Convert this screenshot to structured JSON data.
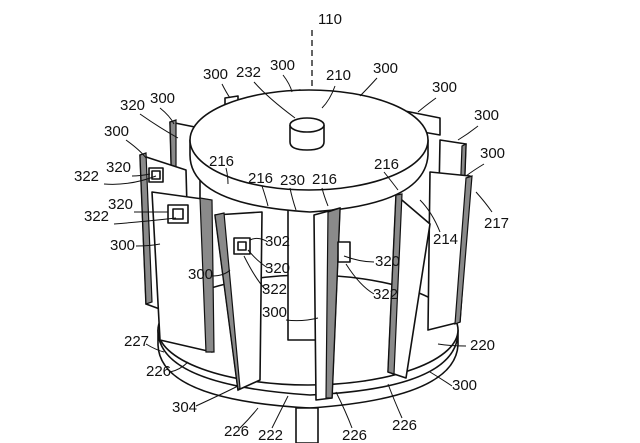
{
  "figure": {
    "labels": {
      "axis": "110",
      "top_plate": "210",
      "hub": "232",
      "blade": "300",
      "card": "320",
      "chip": "322",
      "slot": "216",
      "rim": "230",
      "pivot": "214",
      "hinge": "217",
      "base": "220",
      "bottom": "222",
      "foot": "226",
      "edge": "227",
      "panel": "302",
      "base_edge": "304"
    }
  }
}
